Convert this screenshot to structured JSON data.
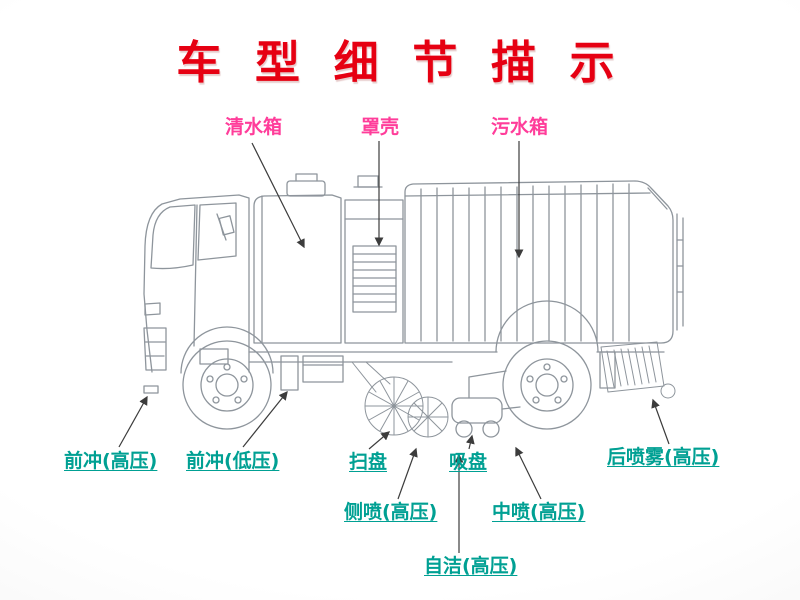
{
  "title": "车 型 细 节 描 示",
  "labels": {
    "clean_water_tank": "清水箱",
    "cover_shell": "罩壳",
    "sewage_tank": "污水箱",
    "front_flush_high": "前冲(高压)",
    "front_flush_low": "前冲(低压)",
    "sweep_disc": "扫盘",
    "suction_disc": "吸盘",
    "side_spray_high": "侧喷(高压)",
    "middle_spray_high": "中喷(高压)",
    "rear_mist_high": "后喷雾(高压)",
    "self_clean_high": "自洁(高压)"
  },
  "colors": {
    "title_color": "#e60012",
    "top_label_color": "#ff3d9a",
    "bottom_label_color": "#00a093",
    "truck_line_color": "#8e959c",
    "arrow_color": "#3c3c3c"
  }
}
